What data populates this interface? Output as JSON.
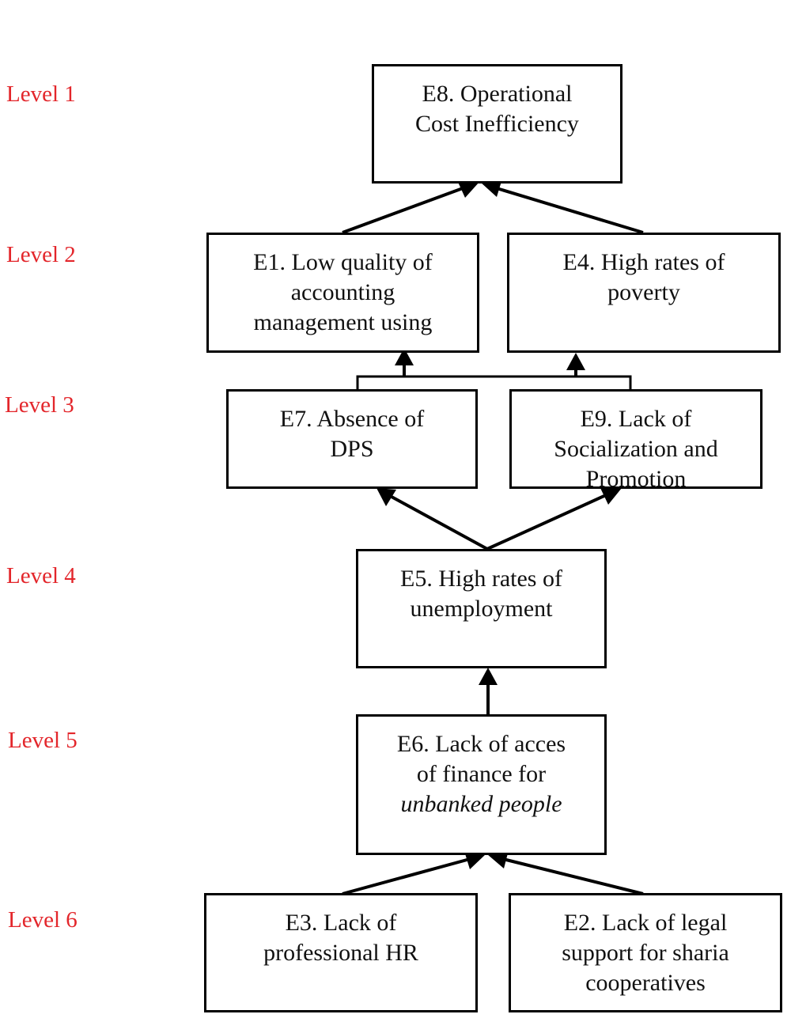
{
  "diagram": {
    "levels": [
      "Level 1",
      "Level 2",
      "Level 3",
      "Level 4",
      "Level 5",
      "Level 6"
    ],
    "nodes": {
      "e8": {
        "lines": [
          "E8. Operational",
          "Cost Inefficiency"
        ]
      },
      "e1": {
        "lines": [
          "E1. Low quality of",
          "accounting",
          "management using"
        ]
      },
      "e4": {
        "lines": [
          "E4. High rates of",
          "poverty"
        ]
      },
      "e7": {
        "lines": [
          "E7. Absence of",
          "DPS"
        ]
      },
      "e9": {
        "lines": [
          "E9. Lack of",
          "Socialization and",
          "Promotion"
        ]
      },
      "e5": {
        "lines": [
          "E5. High rates of",
          "unemployment"
        ]
      },
      "e6": {
        "lines": [
          "E6. Lack of acces",
          "of finance for",
          "unbanked people"
        ]
      },
      "e3": {
        "lines": [
          "E3. Lack of",
          "professional HR"
        ]
      },
      "e2": {
        "lines": [
          "E2. Lack of legal",
          "support for sharia",
          "cooperatives"
        ]
      }
    },
    "colors": {
      "level_label": "#e3262b",
      "box_border": "#000000",
      "arrow": "#000000"
    }
  }
}
